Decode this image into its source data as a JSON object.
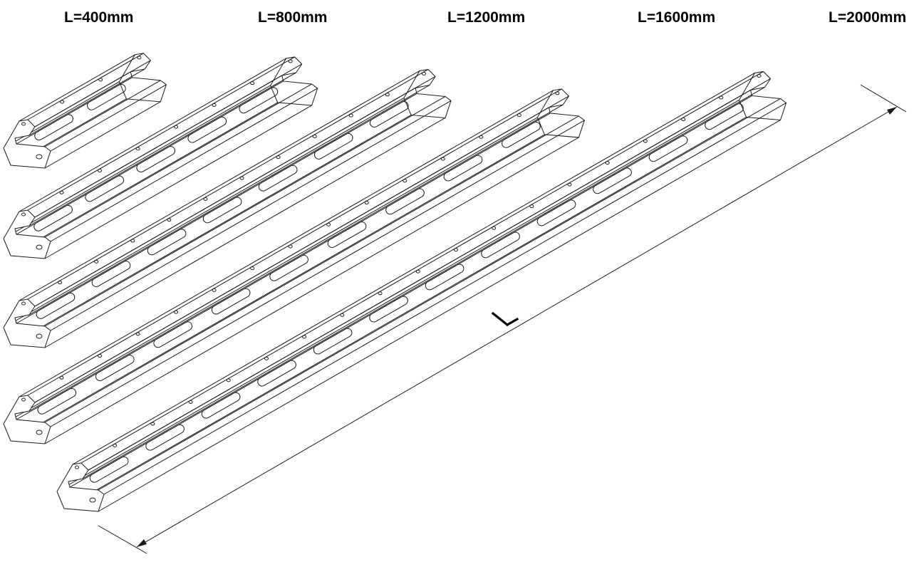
{
  "labels": {
    "rail_400": "L=400mm",
    "rail_800": "L=800mm",
    "rail_1200": "L=1200mm",
    "rail_1600": "L=1600mm",
    "rail_2000": "L=2000mm"
  },
  "dimension": {
    "symbol": "L"
  },
  "rails": [
    {
      "name": "rail-400mm",
      "length_mm": 400
    },
    {
      "name": "rail-800mm",
      "length_mm": 800
    },
    {
      "name": "rail-1200mm",
      "length_mm": 1200
    },
    {
      "name": "rail-1600mm",
      "length_mm": 1600
    },
    {
      "name": "rail-2000mm",
      "length_mm": 2000
    }
  ],
  "colors": {
    "line": "#1a1a1a",
    "background": "#ffffff"
  }
}
